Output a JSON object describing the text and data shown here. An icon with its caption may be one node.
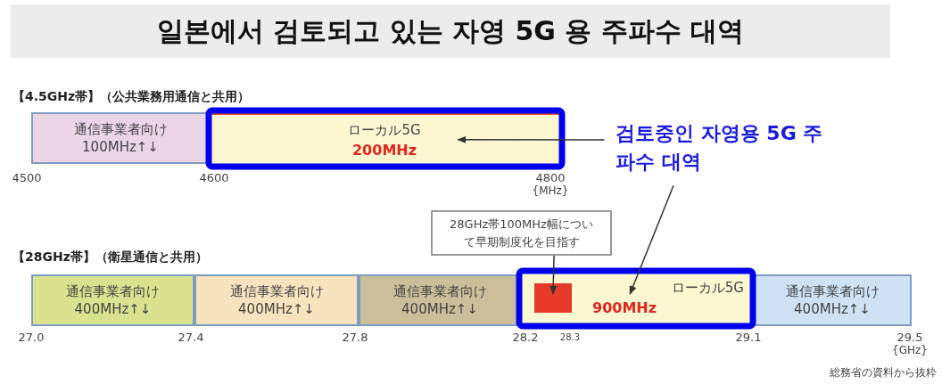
{
  "diagram": {
    "title": "일본에서 검토되고 있는 자영 5G 용 주파수 대역",
    "nodes": [
      {
        "text": [
          "通信事業者向け",
          "100MHz↑↓"
        ]
      },
      {
        "text": [
          "ローカル5G",
          "200MHz"
        ]
      },
      {
        "text": [
          "검토중인 자영용 5G 주파수 대역"
        ]
      },
      {
        "text": [
          "28GHz帯100MHz幅について早期制度化を目指す"
        ]
      },
      {
        "text": [
          "通信事業者向け",
          "400MHz↑↓"
        ]
      },
      {
        "text": [
          "通信事業者向け",
          "400MHz↑↓"
        ]
      },
      {
        "text": [
          "通信事業者向け",
          "400MHz↑↓"
        ]
      },
      {
        "text": [
          "ローカル5G",
          "900MHz"
        ]
      },
      {
        "text": [],
        "shape": "box",
        "in": 7
      },
      {
        "text": [
          "通信事業者向け",
          "400MHz↑↓"
        ]
      }
    ],
    "edges": [
      {
        "from": 2,
        "to": 1,
        "arrow": "to"
      },
      {
        "from": 2,
        "to": 7,
        "arrow": "to"
      },
      {
        "from": 3,
        "to": 8,
        "arrow": "to"
      }
    ],
    "labels": [
      "【4.5GHz帯】（公共業務用通信と共用）",
      "4500",
      "4600",
      "4800",
      "{MHz}",
      "【28GHz帯】（衛星通信と共用）",
      "27.0",
      "27.4",
      "27.8",
      "28.2",
      "28.3",
      "29.1",
      "29.5",
      "{GHz}",
      "総務省の資料から抜粋"
    ]
  }
}
